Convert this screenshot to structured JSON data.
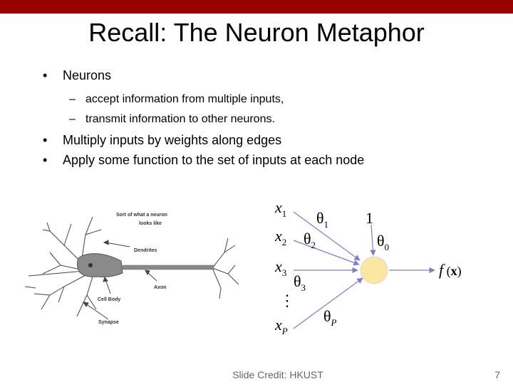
{
  "slide": {
    "title": "Recall: The Neuron Metaphor",
    "bullets": {
      "neurons": "Neurons",
      "sub1": "accept information from multiple inputs,",
      "sub2": "transmit information to other neurons.",
      "multiply": "Multiply inputs by weights along edges",
      "apply": "Apply some function to the set of inputs at each node"
    },
    "neuron_figure": {
      "caption": "Sort of what a neuron looks like",
      "caption_line1": "Sort of what a neuron",
      "caption_line2": "looks like",
      "labels": {
        "dendrites": "Dendrites",
        "axon": "Axon",
        "cell_body": "Cell Body",
        "synapse": "Synapse"
      }
    },
    "model_diagram": {
      "inputs": [
        "x",
        "x",
        "x",
        "x"
      ],
      "input_subscripts": [
        "1",
        "2",
        "3",
        "P"
      ],
      "weights": [
        "θ",
        "θ",
        "θ",
        "θ"
      ],
      "weight_subscripts": [
        "1",
        "2",
        "3",
        "P"
      ],
      "bias_input": "1",
      "bias_weight": "θ",
      "bias_weight_subscript": "0",
      "ellipsis": "⋮",
      "output_fn": "f",
      "output_arg": "x",
      "node_color": "#fce7a2",
      "edge_color": "#7f7fbf"
    },
    "footer": "Slide Credit: HKUST",
    "page_number": "7",
    "colors": {
      "top_bar": "#990000"
    }
  }
}
